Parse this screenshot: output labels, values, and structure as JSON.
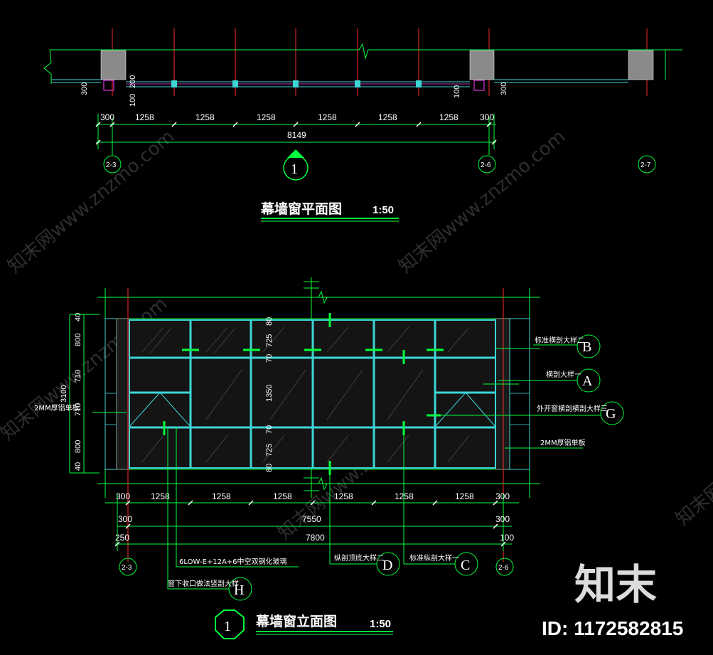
{
  "plan": {
    "title": "幕墙窗平面图",
    "scale": "1:50",
    "marker": "1",
    "dims_top": [
      "300",
      "1258",
      "1258",
      "1258",
      "1258",
      "1258",
      "1258",
      "300"
    ],
    "dim_total": "8149",
    "dims_vertical": [
      "300",
      "200",
      "100",
      "100",
      "300"
    ],
    "axes": [
      "2-3",
      "2-6",
      "2-7"
    ]
  },
  "elevation": {
    "title": "幕墙窗立面图",
    "scale": "1:50",
    "marker": "1",
    "dims_bottom": [
      "300",
      "1258",
      "1258",
      "1258",
      "1258",
      "1258",
      "1258",
      "300"
    ],
    "dim_7550": "7550",
    "dim_300a": "300",
    "dim_300b": "300",
    "dim_7800": "7800",
    "dim_250": "250",
    "dim_100": "100",
    "dims_left": [
      "40",
      "800",
      "710",
      "710",
      "800",
      "40"
    ],
    "dim_left_total": "3100",
    "dims_mid": [
      "80",
      "725",
      "70",
      "1350",
      "70",
      "725",
      "80"
    ],
    "axes": [
      "2-3",
      "2-6"
    ],
    "callouts": {
      "B": {
        "letter": "B",
        "text": "标准横剖大样二"
      },
      "A": {
        "letter": "A",
        "text": "横剖大样一"
      },
      "G": {
        "letter": "G",
        "text": "外开窗横剖横剖大样三"
      },
      "panel_right": "2MM厚铝单板",
      "panel_left": "2MM厚铝单板",
      "D": {
        "letter": "D",
        "text": "纵剖顶底大样二"
      },
      "C": {
        "letter": "C",
        "text": "标准纵剖大样一"
      },
      "H": {
        "letter": "H",
        "text": "窗下收口做法竖剖大样"
      },
      "glass": "6LOW-E+12A+6中空双钢化玻璃"
    }
  },
  "watermarks": [
    "知末网www.znzmo.com",
    "知末网www.znzmo.com",
    "知末网www.znzmo.com",
    "知末网www.znzmo.com",
    "知末网www.znzmo.com"
  ],
  "logo": "知末",
  "id_text": "ID: 1172582815",
  "colors": {
    "red": "#ff2a2a",
    "green": "#00ff3c",
    "cyan": "#3ed6d6",
    "white": "#ffffff",
    "magenta": "#ff40ff",
    "gray": "#8a8a8a"
  }
}
